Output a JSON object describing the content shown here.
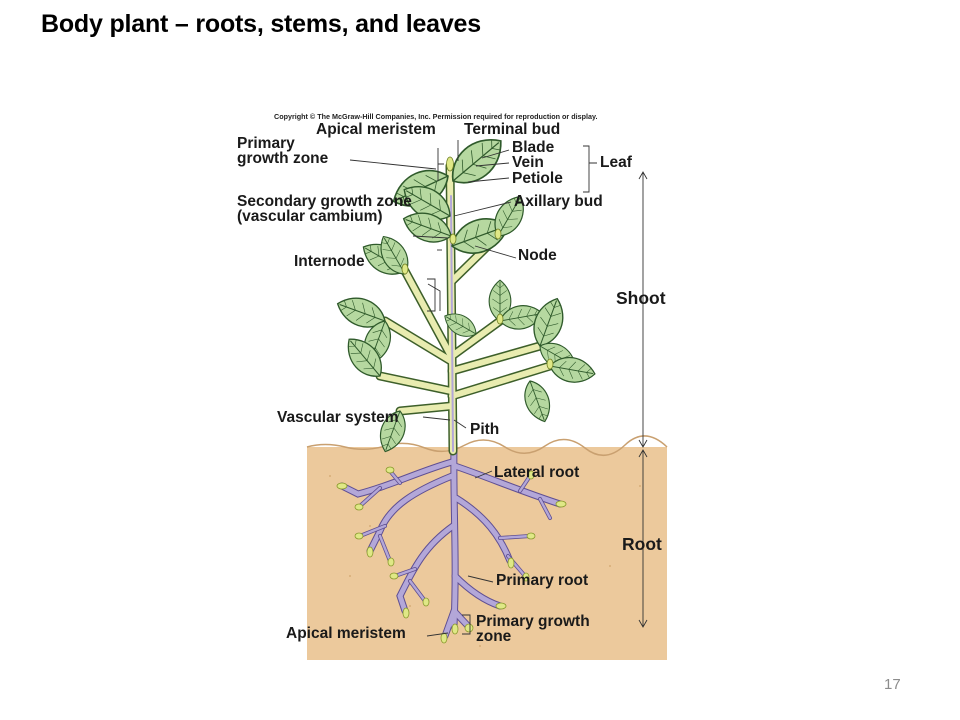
{
  "slide": {
    "title": "Body plant – roots, stems, and leaves",
    "page_number": "17"
  },
  "diagram": {
    "copyright": "Copyright © The McGraw-Hill Companies, Inc. Permission required for reproduction or display.",
    "labels": {
      "apical_meristem_top": "Apical meristem",
      "terminal_bud": "Terminal bud",
      "primary_growth_zone_top": "Primary growth zone",
      "blade": "Blade",
      "vein": "Vein",
      "petiole": "Petiole",
      "leaf": "Leaf",
      "axillary_bud": "Axillary bud",
      "secondary_growth_zone": "Secondary growth zone (vascular cambium)",
      "internode": "Internode",
      "node": "Node",
      "shoot": "Shoot",
      "vascular_system": "Vascular system",
      "pith": "Pith",
      "lateral_root": "Lateral root",
      "root": "Root",
      "primary_root": "Primary root",
      "apical_meristem_bottom": "Apical meristem",
      "primary_growth_zone_bottom": "Primary growth zone"
    },
    "colors": {
      "soil": "#ecc99c",
      "leaf": "#b6d8a0",
      "stem": "#e9ecb0",
      "root": "#b3a7d8",
      "root_tip": "#dfe886"
    }
  }
}
